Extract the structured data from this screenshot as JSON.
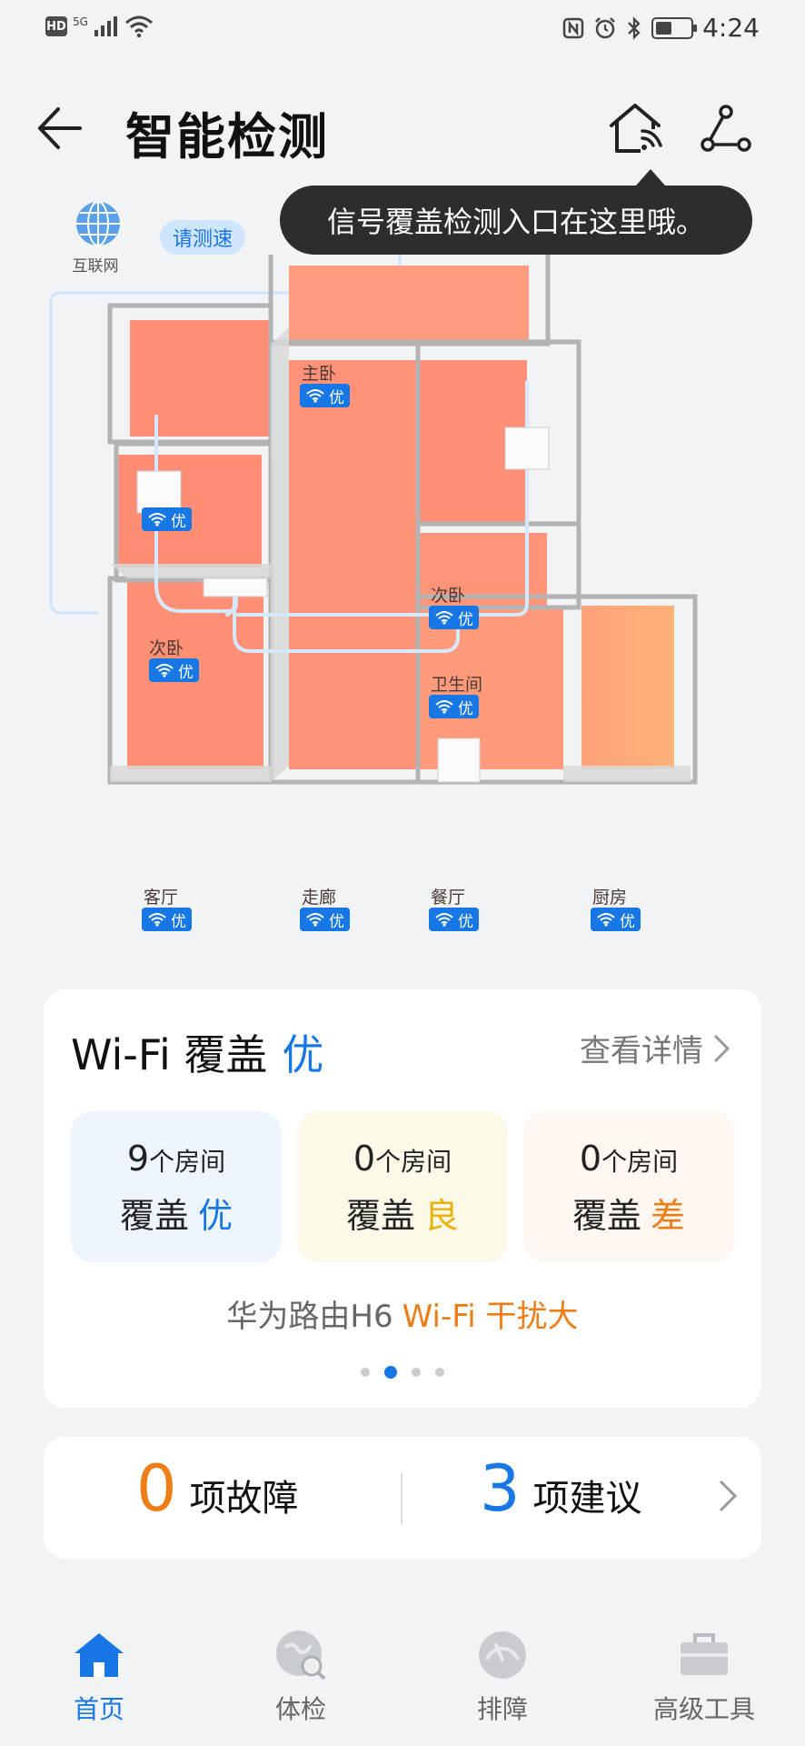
{
  "status_bar": {
    "left_badge": "HD",
    "network": "5G",
    "time": "4:24",
    "icons": [
      "signal-icon",
      "wifi-icon",
      "nfc-icon",
      "alarm-icon",
      "bluetooth-icon",
      "battery-icon"
    ]
  },
  "header": {
    "title": "智能检测",
    "icons": [
      "back-arrow-icon",
      "home-wifi-icon",
      "topology-icon"
    ]
  },
  "tooltip": {
    "text": "信号覆盖检测入口在这里哦。"
  },
  "internet": {
    "label": "互联网",
    "speed_button": "请测速"
  },
  "rooms": [
    {
      "name": "主卧",
      "quality": "优"
    },
    {
      "name": "",
      "quality": "优"
    },
    {
      "name": "次卧",
      "quality": "优"
    },
    {
      "name": "次卧",
      "quality": "优"
    },
    {
      "name": "卫生间",
      "quality": "优"
    },
    {
      "name": "客厅",
      "quality": "优"
    },
    {
      "name": "走廊",
      "quality": "优"
    },
    {
      "name": "餐厅",
      "quality": "优"
    },
    {
      "name": "厨房",
      "quality": "优"
    }
  ],
  "coverage": {
    "title": "Wi-Fi 覆盖",
    "grade": "优",
    "details_label": "查看详情",
    "unit": "个房间",
    "cover_word": "覆盖",
    "stats": [
      {
        "count": "9",
        "grade": "优",
        "color": "#1677e5",
        "bg": "#eef5ff"
      },
      {
        "count": "0",
        "grade": "良",
        "color": "#e8b20c",
        "bg": "#fdf9e9"
      },
      {
        "count": "0",
        "grade": "差",
        "color": "#ef7d16",
        "bg": "#fdf6f1"
      }
    ],
    "interference_device": "华为路由H6",
    "interference_text": "Wi-Fi 干扰大",
    "page_dots": 4,
    "active_dot": 2
  },
  "summary": {
    "faults_count": "0",
    "faults_label": "项故障",
    "faults_color": "#ef7d16",
    "suggestions_count": "3",
    "suggestions_label": "项建议",
    "suggestions_color": "#1677e5"
  },
  "bottom_nav": [
    {
      "label": "首页",
      "icon": "home-icon",
      "active": true
    },
    {
      "label": "体检",
      "icon": "checkup-icon",
      "active": false
    },
    {
      "label": "排障",
      "icon": "troubleshoot-icon",
      "active": false
    },
    {
      "label": "高级工具",
      "icon": "toolbox-icon",
      "active": false
    }
  ],
  "colors": {
    "accent": "#1677e5",
    "warning": "#ef7d16",
    "background": "#f1f3f5"
  }
}
